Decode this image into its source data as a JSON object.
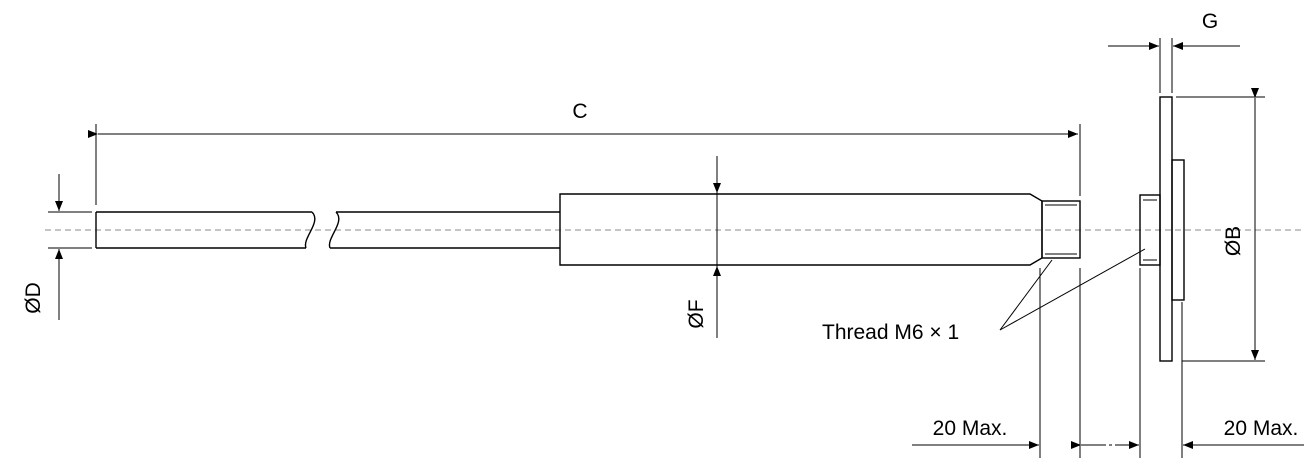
{
  "labels": {
    "length": "C",
    "rod_diameter": "ØD",
    "body_diameter": "ØF",
    "flange_diameter": "ØB",
    "flange_thickness": "G",
    "thread": "Thread M6 × 1",
    "left_clearance": "20 Max.",
    "right_clearance": "20 Max."
  }
}
